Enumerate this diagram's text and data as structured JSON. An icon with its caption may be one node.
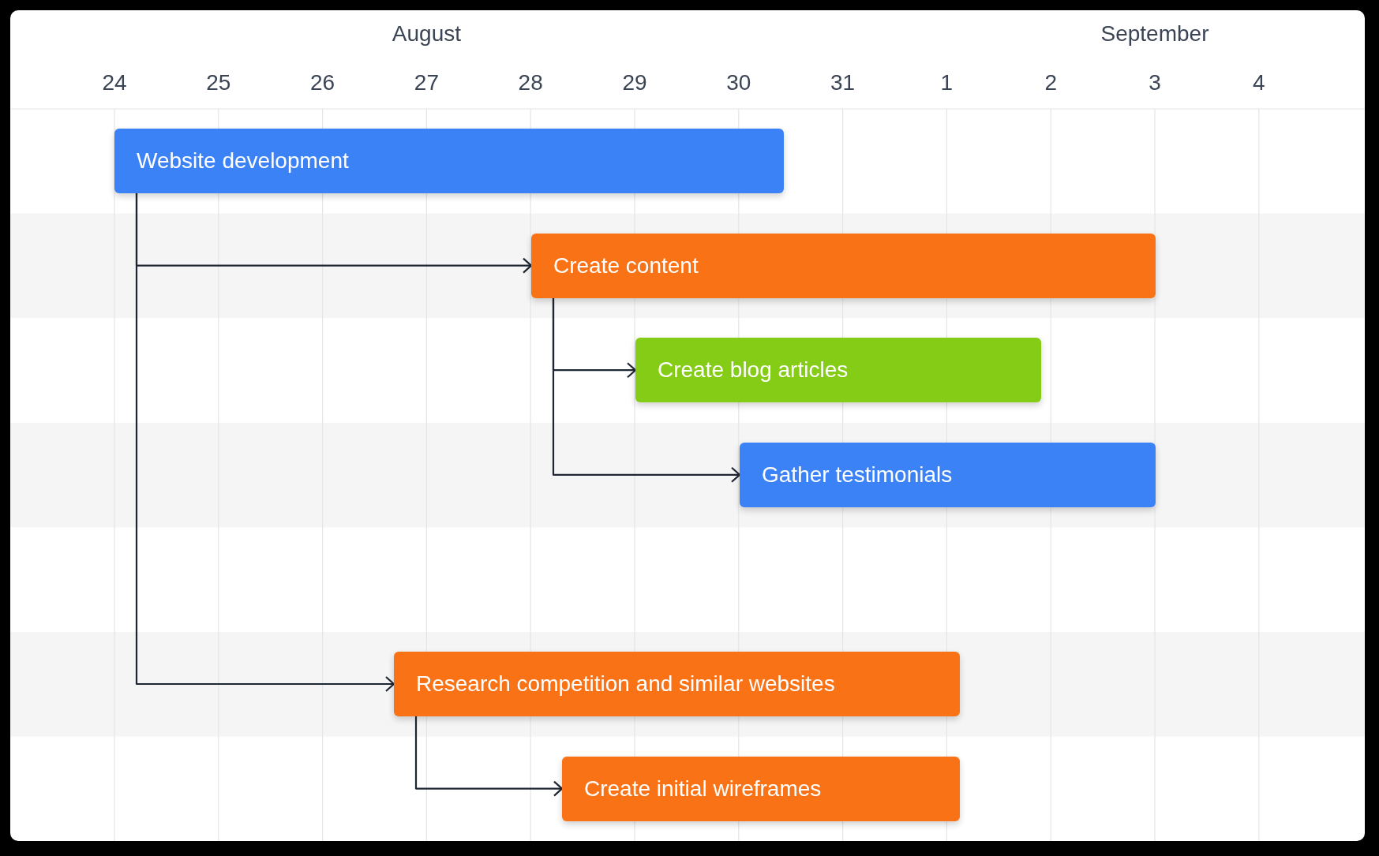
{
  "diagram": {
    "nodes": [
      {
        "text": [
          "Website development"
        ]
      },
      {
        "text": [
          "Create content"
        ]
      },
      {
        "text": [
          "Create blog articles"
        ]
      },
      {
        "text": [
          "Gather testimonials"
        ]
      },
      {
        "text": [
          "Research competition and similar websites"
        ]
      },
      {
        "text": [
          "Create initial wireframes"
        ]
      }
    ],
    "edges": [
      {
        "from": 0,
        "to": 1,
        "arrow": "to"
      },
      {
        "from": 0,
        "to": 4,
        "arrow": "to"
      },
      {
        "from": 1,
        "to": 2,
        "arrow": "to"
      },
      {
        "from": 1,
        "to": 3,
        "arrow": "to"
      },
      {
        "from": 4,
        "to": 5,
        "arrow": "to"
      }
    ],
    "labels": [
      "August",
      "September",
      "24",
      "25",
      "26",
      "27",
      "28",
      "29",
      "30",
      "31",
      "1",
      "2",
      "3",
      "4"
    ]
  }
}
